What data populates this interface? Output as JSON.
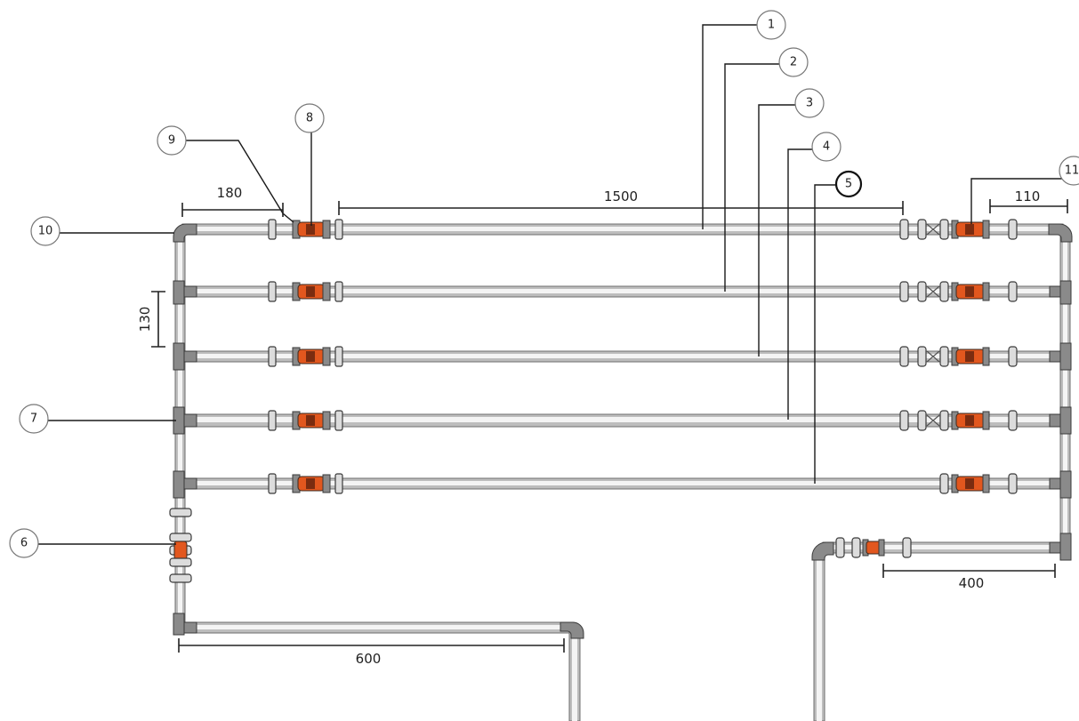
{
  "callouts": [
    "1",
    "2",
    "3",
    "4",
    "5",
    "6",
    "7",
    "8",
    "9",
    "10",
    "11"
  ],
  "dimensions": {
    "d180": "180",
    "d1500": "1500",
    "d110": "110",
    "d130": "130",
    "d400": "400",
    "d600": "600"
  },
  "colors": {
    "pipe": "#bdbdbd",
    "valve": "#e2571e",
    "fitting": "#8a8a8a"
  }
}
